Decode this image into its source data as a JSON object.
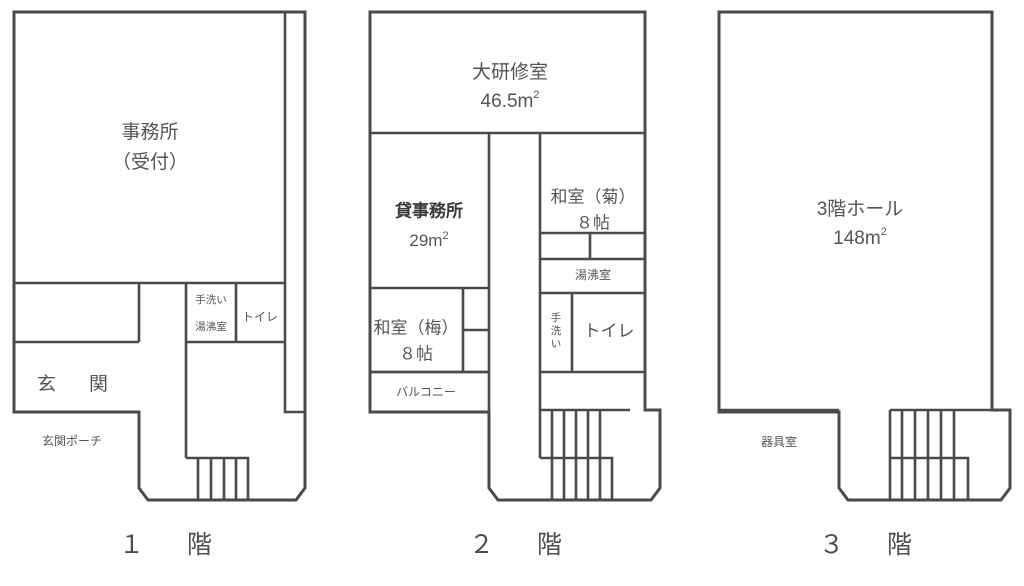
{
  "sheet": {
    "title": "Building floor plans",
    "line_color": "#4a4a4a",
    "text_color": "#555555",
    "background": "#ffffff"
  },
  "floors": [
    {
      "id": "floor-1",
      "caption": "１　階",
      "rooms": [
        {
          "name": "office-reception",
          "label_line1": "事務所",
          "label_line2": "（受付）"
        },
        {
          "name": "entrance-hall",
          "label_line1": "玄　関",
          "label_line2": ""
        },
        {
          "name": "entrance-porch",
          "label_line1": "玄関ポーチ",
          "label_line2": ""
        },
        {
          "name": "washbasin",
          "label_line1": "手洗い",
          "label_line2": ""
        },
        {
          "name": "kitchenette",
          "label_line1": "湯沸室",
          "label_line2": ""
        },
        {
          "name": "toilet",
          "label_line1": "トイレ",
          "label_line2": ""
        }
      ]
    },
    {
      "id": "floor-2",
      "caption": "２　階",
      "rooms": [
        {
          "name": "large-training-room",
          "label_line1": "大研修室",
          "label_line2": "46.5m",
          "label_sup": "2"
        },
        {
          "name": "rental-office",
          "label_line1": "貸事務所",
          "label_line2": "29m",
          "label_sup": "2"
        },
        {
          "name": "japanese-room-kiku",
          "label_line1": "和室（菊）",
          "label_line2": "８帖"
        },
        {
          "name": "japanese-room-ume",
          "label_line1": "和室（梅）",
          "label_line2": "８帖"
        },
        {
          "name": "kitchenette",
          "label_line1": "湯沸室",
          "label_line2": ""
        },
        {
          "name": "washbasin",
          "label_line1": "手洗い",
          "label_line2": ""
        },
        {
          "name": "toilet",
          "label_line1": "トイレ",
          "label_line2": ""
        },
        {
          "name": "balcony",
          "label_line1": "バルコニー",
          "label_line2": ""
        }
      ]
    },
    {
      "id": "floor-3",
      "caption": "３　階",
      "rooms": [
        {
          "name": "third-floor-hall",
          "label_line1": "3階ホール",
          "label_line2": "148m",
          "label_sup": "2"
        },
        {
          "name": "equipment-room",
          "label_line1": "器具室",
          "label_line2": ""
        }
      ]
    }
  ]
}
